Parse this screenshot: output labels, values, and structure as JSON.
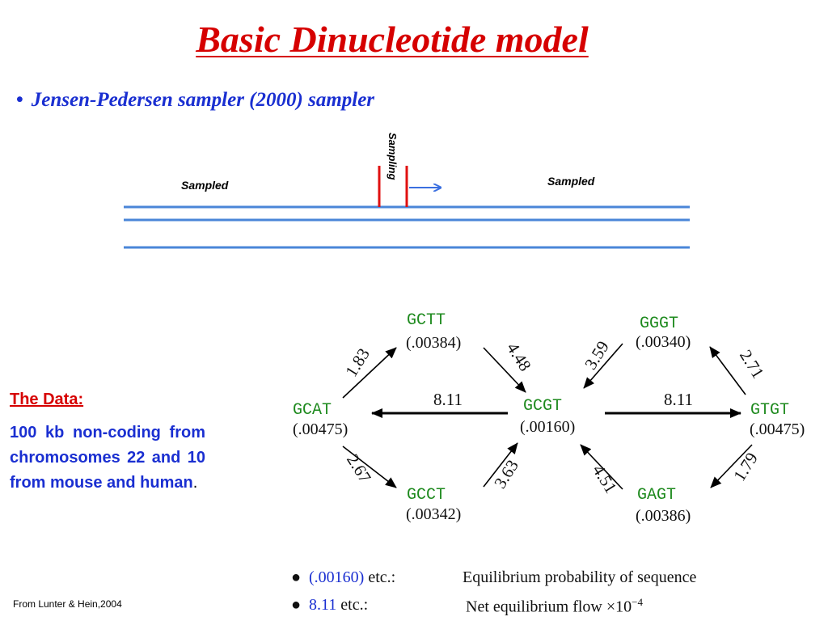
{
  "title": "Basic Dinucleotide model",
  "bullet": "Jensen-Pedersen sampler (2000) sampler",
  "sampler": {
    "sampled_left": "Sampled",
    "sampled_right": "Sampled",
    "sampling": "Sampling",
    "colors": {
      "strand": "#4a86d8",
      "boundary": "#e01010",
      "arrow": "#3a6fe0"
    }
  },
  "data_section": {
    "heading": "The Data:",
    "text": "100 kb non-coding from chromosomes 22 and 10 from mouse and human",
    "suffix": "."
  },
  "network": {
    "nodes": {
      "GCTT": {
        "label": "GCTT",
        "prob": "(.00384)"
      },
      "GGGT": {
        "label": "GGGT",
        "prob": "(.00340)"
      },
      "GCAT": {
        "label": "GCAT",
        "prob": "(.00475)"
      },
      "GCGT": {
        "label": "GCGT",
        "prob": "(.00160)"
      },
      "GTGT": {
        "label": "GTGT",
        "prob": "(.00475)"
      },
      "GCCT": {
        "label": "GCCT",
        "prob": "(.00342)"
      },
      "GAGT": {
        "label": "GAGT",
        "prob": "(.00386)"
      }
    },
    "edges": [
      {
        "from": "GCAT",
        "to": "GCTT",
        "flow": "1.83"
      },
      {
        "from": "GCTT",
        "to": "GCGT",
        "flow": "4.48"
      },
      {
        "from": "GCGT",
        "to": "GCAT",
        "flow": "8.11"
      },
      {
        "from": "GCAT",
        "to": "GCCT",
        "flow": "2.67"
      },
      {
        "from": "GCCT",
        "to": "GCGT",
        "flow": "3.63"
      },
      {
        "from": "GGGT",
        "to": "GCGT",
        "flow": "3.59"
      },
      {
        "from": "GTGT",
        "to": "GGGT",
        "flow": "2.71"
      },
      {
        "from": "GCGT",
        "to": "GTGT",
        "flow": "8.11"
      },
      {
        "from": "GAGT",
        "to": "GCGT",
        "flow": "4.51"
      },
      {
        "from": "GTGT",
        "to": "GAGT",
        "flow": "1.79"
      }
    ],
    "colors": {
      "node_label": "#1e8a1e"
    }
  },
  "legend": [
    {
      "example": "(.00160)",
      "suffix": " etc.:",
      "description": "Equilibrium probability of sequence"
    },
    {
      "example": "8.11",
      "suffix": " etc.:",
      "description": "Net equilibrium flow ×10",
      "exponent": "−4"
    }
  ],
  "credit": "From Lunter & Hein,2004"
}
